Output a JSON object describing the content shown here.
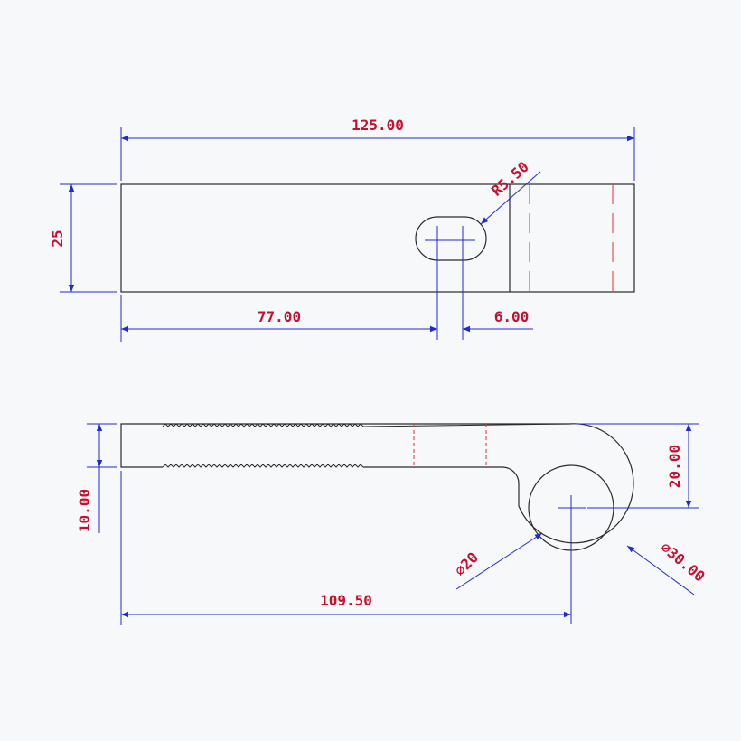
{
  "drawing": {
    "top_view": {
      "overall_length": "125.00",
      "height": "25",
      "slot_position": "77.00",
      "slot_width": "6.00",
      "slot_radius": "R5.50"
    },
    "front_view": {
      "total_length": "109.50",
      "thickness": "10.00",
      "ring_offset": "20.00",
      "inner_diameter": "⌀20",
      "outer_diameter": "⌀30.00"
    }
  },
  "colors": {
    "outline": "#2a2a2a",
    "dimension_line": "#1f2bd1",
    "dimension_text": "#c8102e",
    "hidden_line": "#e0303a",
    "background": "#f7f8fa"
  }
}
